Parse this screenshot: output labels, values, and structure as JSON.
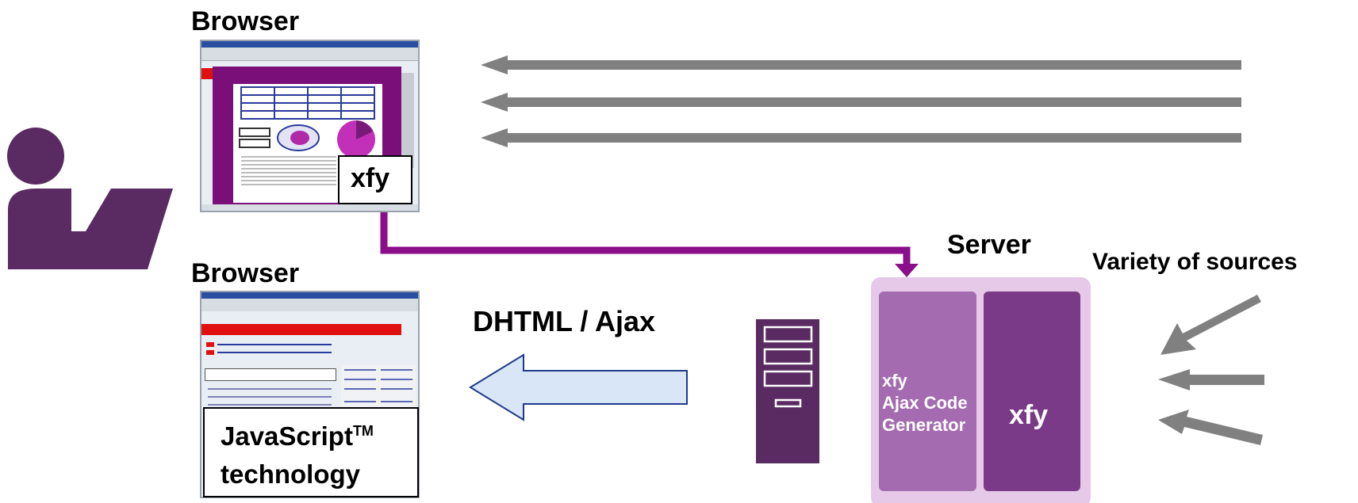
{
  "colors": {
    "person": "#5a2a62",
    "purple_frame": "#7a0f7a",
    "connector": "#8b0f8b",
    "arrow_gray": "#808080",
    "server_body": "#5a2a62",
    "panel_bg": "#e6c9e8",
    "panel_left": "#a56bb0",
    "panel_right": "#7a3a87",
    "ajax_arrow_fill": "#d9e6f7",
    "ajax_arrow_stroke": "#1f3a8a"
  },
  "top_browser": {
    "title": "Browser",
    "callout": "xfy"
  },
  "bottom_browser": {
    "title": "Browser",
    "callout_main": "JavaScript",
    "callout_sup": "TM",
    "callout_line2": "technology"
  },
  "ajax_arrow": {
    "label": "DHTML / Ajax"
  },
  "server": {
    "title": "Server",
    "left_panel": {
      "line1": "xfy",
      "line2": "Ajax Code",
      "line3": "Generator"
    },
    "right_panel": {
      "label": "xfy"
    }
  },
  "sources": {
    "label": "Variety of sources"
  },
  "icons": [
    "person-icon",
    "server-tower-icon",
    "browser-screenshot-icon"
  ]
}
